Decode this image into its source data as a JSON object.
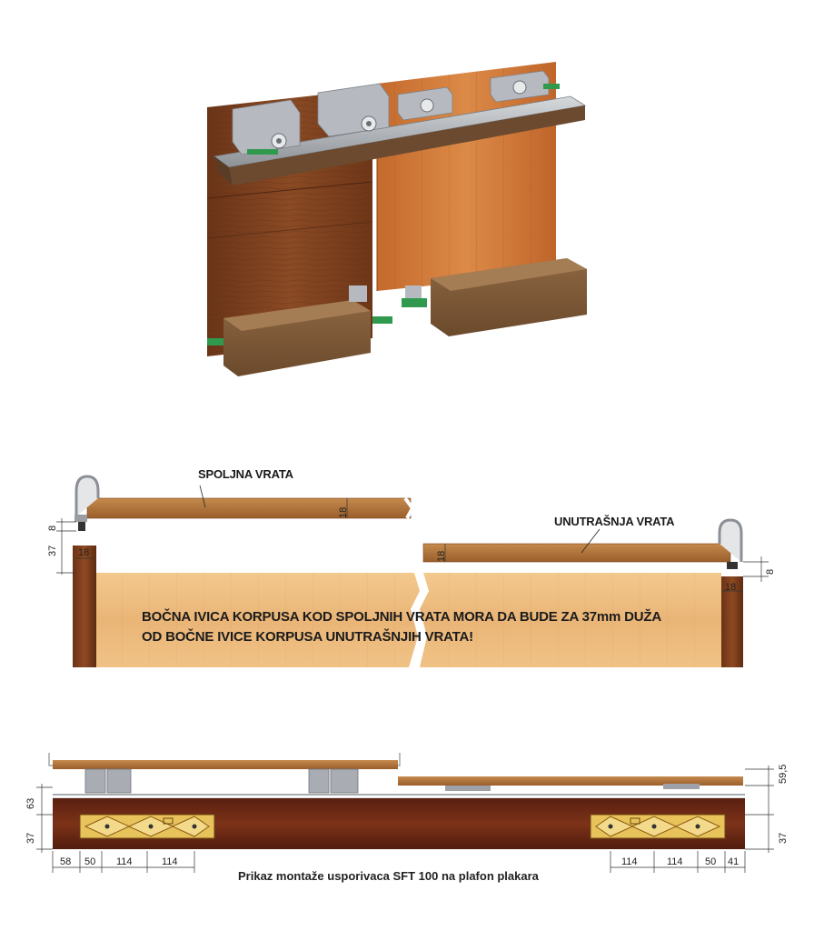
{
  "figure1": {
    "description_colors": {
      "dark_wood": "#7a3f1c",
      "light_wood": "#cc7a3a",
      "rail": "#a8adb2",
      "clip": "#2f9a4e"
    }
  },
  "figure2": {
    "outer_door_label": "SPOLJNA VRATA",
    "inner_door_label": "UNUTRAŠNJA VRATA",
    "note_line1": "BOČNA IVICA KORPUSA KOD SPOLJNIH VRATA MORA DA BUDE ZA 37mm DUŽA",
    "note_line2": "OD BOČNE IVICE KORPUSA UNUTRAŠNJIH VRATA!",
    "dims": {
      "outer_thickness": "18",
      "inner_thickness": "18",
      "left_gap": "8",
      "left_offset": "37",
      "left_panel": "18",
      "right_gap": "8",
      "right_panel": "18"
    }
  },
  "figure3": {
    "caption": "Prikaz montaže usporivaca SFT 100 na plafon plakara",
    "left_dims": [
      "58",
      "50",
      "114",
      "114"
    ],
    "right_dims": [
      "114",
      "114",
      "50",
      "41"
    ],
    "left_vertical": [
      "63",
      "37"
    ],
    "right_vertical": [
      "59,5",
      "37"
    ]
  }
}
